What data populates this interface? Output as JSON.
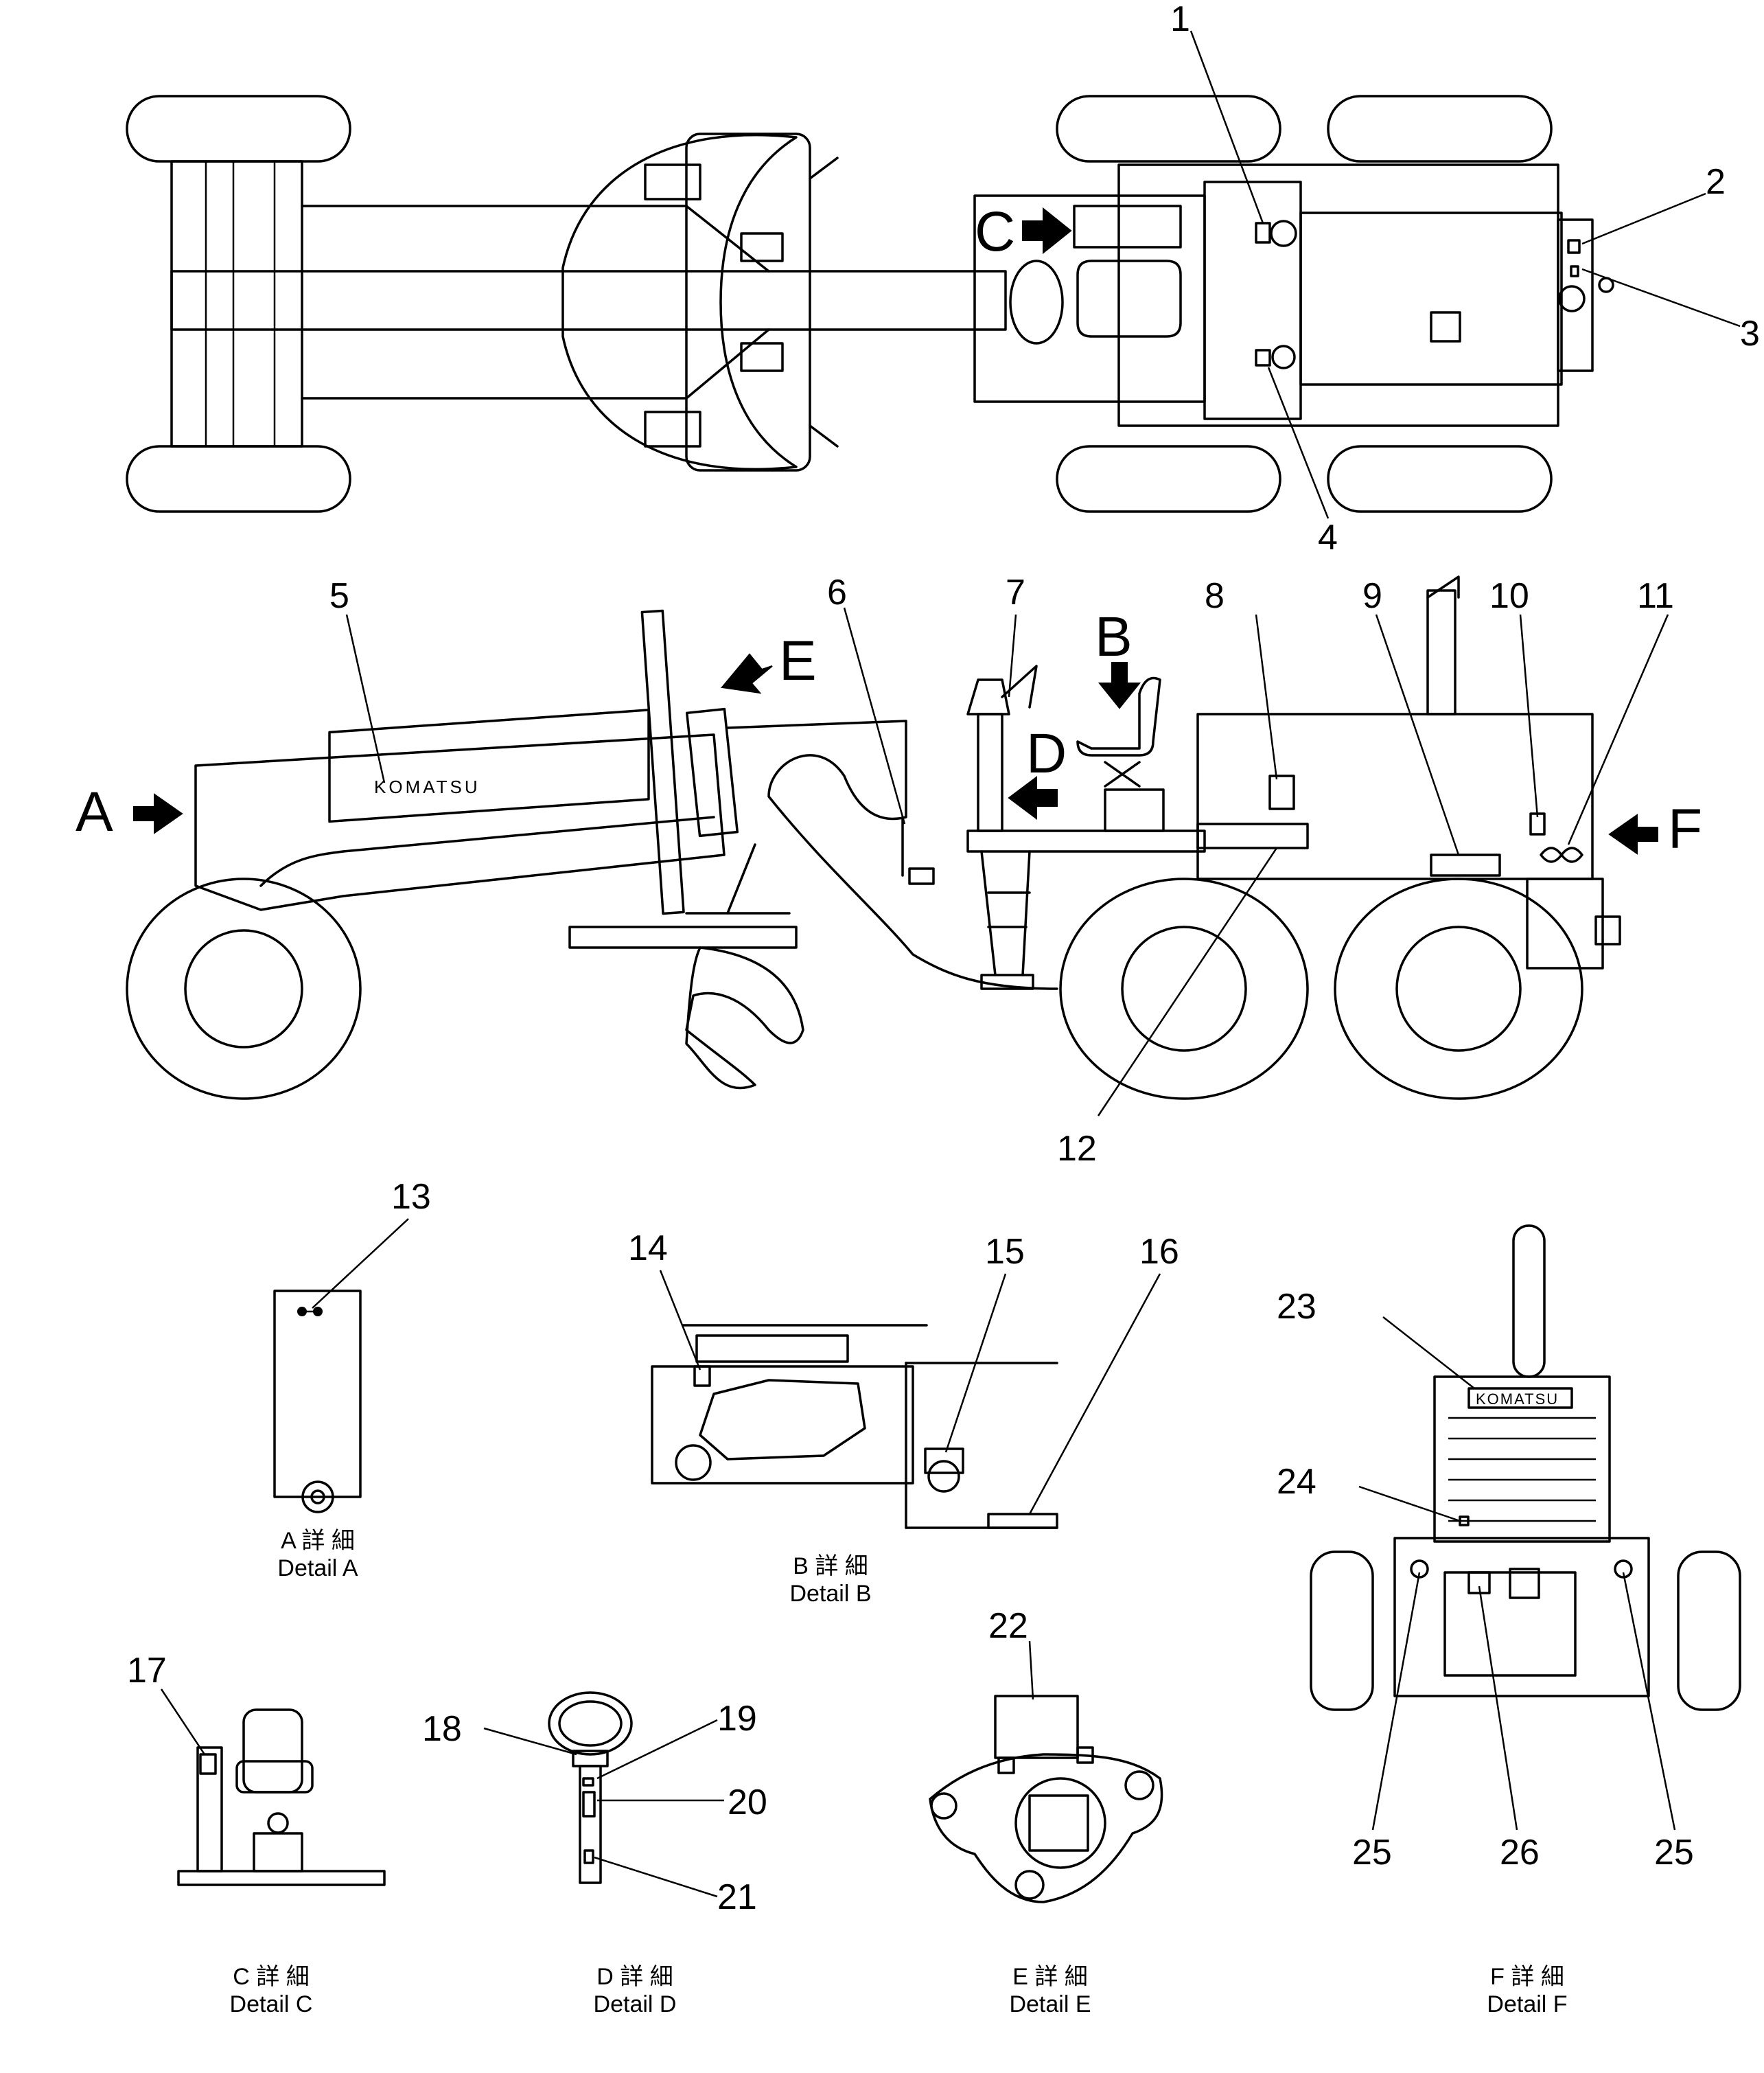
{
  "brand_text": "KOMATSU",
  "view_arrows": [
    "A",
    "B",
    "C",
    "D",
    "E",
    "F"
  ],
  "callouts": [
    "1",
    "2",
    "3",
    "4",
    "5",
    "6",
    "7",
    "8",
    "9",
    "10",
    "11",
    "12",
    "13",
    "14",
    "15",
    "16",
    "17",
    "18",
    "19",
    "20",
    "21",
    "22",
    "23",
    "24",
    "25",
    "26"
  ],
  "details": [
    {
      "jp": "A 詳 細",
      "en": "Detail A"
    },
    {
      "jp": "B 詳 細",
      "en": "Detail B"
    },
    {
      "jp": "C 詳 細",
      "en": "Detail C"
    },
    {
      "jp": "D 詳 細",
      "en": "Detail D"
    },
    {
      "jp": "E 詳 細",
      "en": "Detail E"
    },
    {
      "jp": "F 詳 細",
      "en": "Detail F"
    }
  ]
}
